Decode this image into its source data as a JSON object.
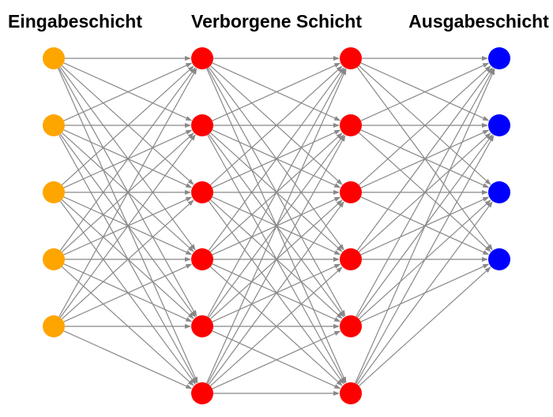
{
  "layers": [
    {
      "title": "Eingabeschicht",
      "nodes": 5,
      "color": "#FFA500"
    },
    {
      "title": "Verborgene Schicht",
      "nodes": 6,
      "color": "#FF0000"
    },
    {
      "title": "",
      "nodes": 6,
      "color": "#FF0000"
    },
    {
      "title": "Ausgabeschicht",
      "nodes": 4,
      "color": "#0000FF"
    }
  ],
  "edge_color": "#888888"
}
